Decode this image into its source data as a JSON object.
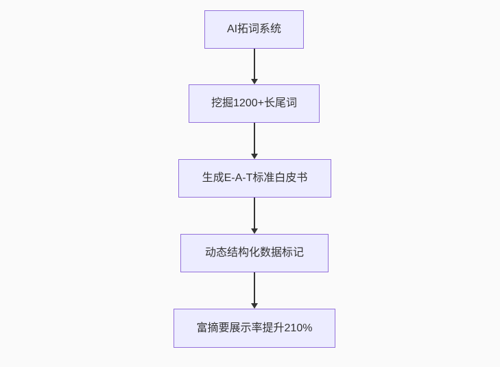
{
  "flowchart": {
    "type": "flowchart",
    "direction": "top-down",
    "nodes": [
      {
        "id": "A",
        "label": "AI拓词系统"
      },
      {
        "id": "B",
        "label": "挖掘1200+长尾词"
      },
      {
        "id": "C",
        "label": "生成E-A-T标准白皮书"
      },
      {
        "id": "D",
        "label": "动态结构化数据标记"
      },
      {
        "id": "E",
        "label": "富摘要展示率提升210%"
      }
    ],
    "edges": [
      {
        "from": "A",
        "to": "B",
        "style": "arrow-down"
      },
      {
        "from": "B",
        "to": "C",
        "style": "arrow-down"
      },
      {
        "from": "C",
        "to": "D",
        "style": "arrow-down"
      },
      {
        "from": "D",
        "to": "E",
        "style": "arrow-down"
      }
    ]
  },
  "colors": {
    "background": "#fafafa",
    "node_fill": "#ECECFF",
    "node_border": "#9370DB",
    "node_text": "#333333",
    "arrow": "#333333"
  }
}
